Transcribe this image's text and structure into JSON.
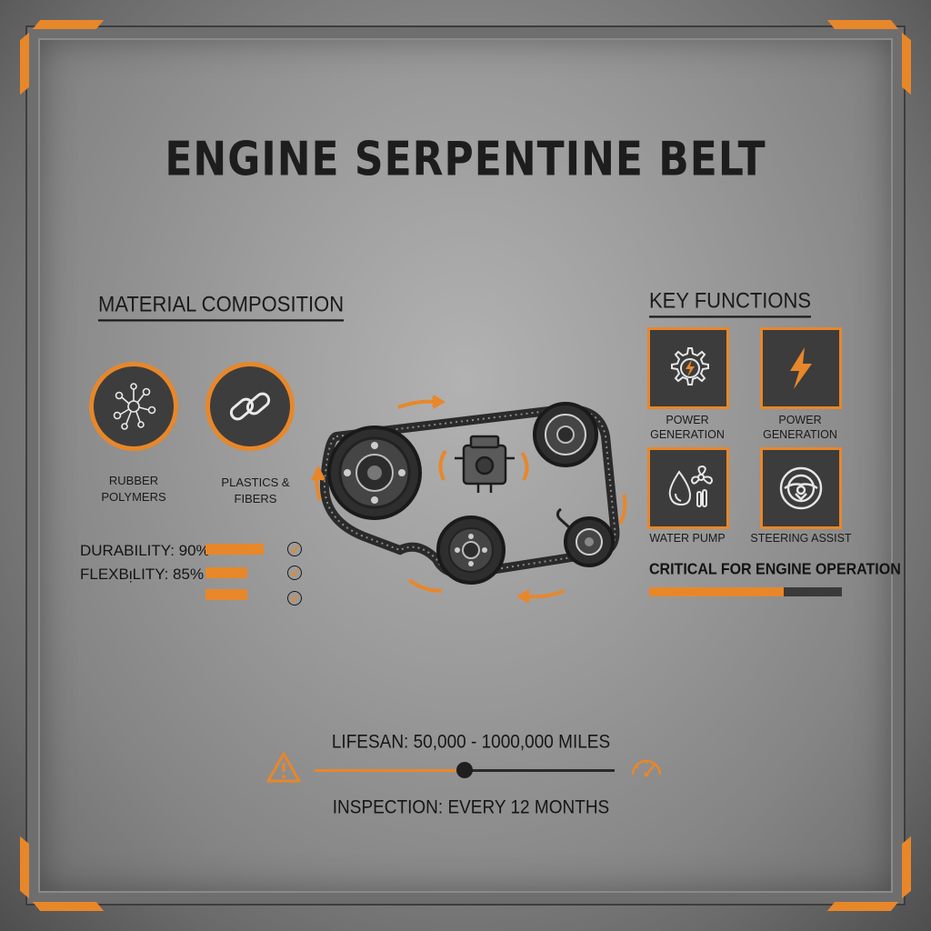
{
  "title": "ENGINE SERPENTINE BELT",
  "material_section": {
    "heading": "MATERIAL COMPOSITION",
    "materials": [
      {
        "label_line1": "RUBBER",
        "label_line2": "POLYMERS",
        "icon": "molecule-icon"
      },
      {
        "label_line1": "PLASTICS & FIBERS",
        "label_line2": "",
        "icon": "chain-link-icon"
      }
    ],
    "metrics": [
      {
        "label": "DURABILITY: 90%+"
      },
      {
        "label": "FLEXBᴉLITY: 85%"
      }
    ]
  },
  "functions_section": {
    "heading": "KEY FUNCTIONS",
    "functions": [
      {
        "label_line1": "POWER",
        "label_line2": "GENERATION",
        "icon": "gear-lightning-icon"
      },
      {
        "label_line1": "POWER",
        "label_line2": "GENERATION",
        "icon": "lightning-bolt-icon"
      },
      {
        "label_line1": "WATER PUMP",
        "label_line2": "",
        "icon": "water-drop-fan-icon"
      },
      {
        "label_line1": "STEERING ASSIST",
        "label_line2": "",
        "icon": "steering-wheel-icon"
      }
    ],
    "critical_label": "CRITICAL FOR ENGINE OPERATION",
    "critical_level": 0.7
  },
  "lifespan": {
    "label": "LIFESAN: 50,000 - 1000,000 MILES",
    "level": 0.5
  },
  "inspection": {
    "label": "INSPECTION: EVERY 12 MONTHS"
  },
  "colors": {
    "accent": "#e8872a",
    "dark": "#3c3c3c",
    "text": "#1a1a1a"
  }
}
